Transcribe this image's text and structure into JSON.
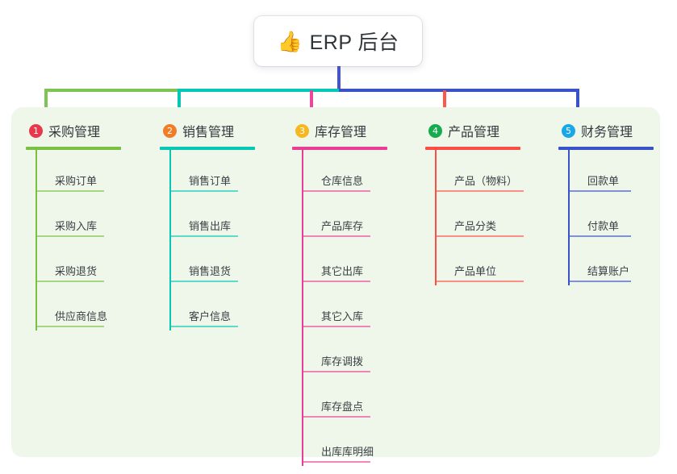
{
  "diagram": {
    "kind": "mindmap",
    "root": {
      "icon": "thumbs-up-icon",
      "emoji": "👍",
      "title": "ERP 后台",
      "trunk_color": "#4854c4"
    },
    "canvas_background": "#ffffff",
    "panel_background": "#eef7ea",
    "branches": [
      {
        "index": "1",
        "title": "采购管理",
        "badge_color": "#e8394c",
        "line_color": "#7ac143",
        "connector_color": "#7dc453",
        "items": [
          "采购订单",
          "采购入库",
          "采购退货",
          "供应商信息"
        ]
      },
      {
        "index": "2",
        "title": "销售管理",
        "badge_color": "#f07d28",
        "line_color": "#06c6b4",
        "connector_color": "#06c6b4",
        "items": [
          "销售订单",
          "销售出库",
          "销售退货",
          "客户信息"
        ]
      },
      {
        "index": "3",
        "title": "库存管理",
        "badge_color": "#f5b820",
        "line_color": "#ea3e96",
        "connector_color": "#ea3e96",
        "items": [
          "仓库信息",
          "产品库存",
          "其它出库",
          "其它入库",
          "库存调拨",
          "库存盘点",
          "出库库明细"
        ]
      },
      {
        "index": "4",
        "title": "产品管理",
        "badge_color": "#17ab4f",
        "line_color": "#fb4f45",
        "connector_color": "#fb4f45",
        "items": [
          "产品（物料）",
          "产品分类",
          "产品单位"
        ]
      },
      {
        "index": "5",
        "title": "财务管理",
        "badge_color": "#18a8e8",
        "line_color": "#3a52c8",
        "connector_color": "#3a52c8",
        "items": [
          "回款单",
          "付款单",
          "结算账户"
        ]
      }
    ]
  }
}
